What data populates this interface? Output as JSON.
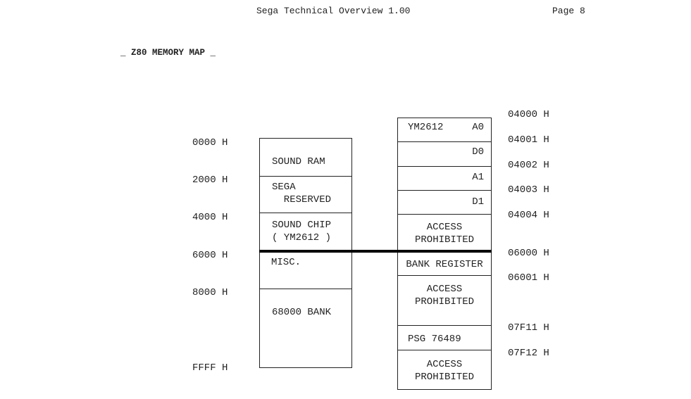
{
  "header": {
    "doc_title": "Sega Technical Overview 1.00",
    "page": "Page 8"
  },
  "section_title": "_ Z80 MEMORY MAP _",
  "left_map": {
    "addresses": [
      "0000 H",
      "2000 H",
      "4000 H",
      "6000 H",
      "8000 H",
      "FFFF H"
    ],
    "regions": [
      {
        "line1": "SOUND RAM",
        "line2": ""
      },
      {
        "line1": "SEGA",
        "line2": "  RESERVED"
      },
      {
        "line1": "SOUND CHIP",
        "line2": "( YM2612 )"
      },
      {
        "line1": "MISC.",
        "line2": ""
      },
      {
        "line1": "68000 BANK",
        "line2": ""
      }
    ]
  },
  "right_map": {
    "addresses": [
      "04000 H",
      "04001 H",
      "04002 H",
      "04003 H",
      "04004 H",
      "06000 H",
      "06001 H",
      "07F11 H",
      "07F12 H"
    ],
    "regions": [
      {
        "left": "YM2612",
        "right": "A0"
      },
      {
        "left": "",
        "right": "D0"
      },
      {
        "left": "",
        "right": "A1"
      },
      {
        "left": "",
        "right": "D1"
      },
      {
        "line1": "ACCESS",
        "line2": "PROHIBITED"
      },
      {
        "line1": "BANK REGISTER",
        "line2": ""
      },
      {
        "line1": "ACCESS",
        "line2": "PROHIBITED"
      },
      {
        "line1": "PSG 76489",
        "line2": ""
      },
      {
        "line1": "ACCESS",
        "line2": "PROHIBITED"
      }
    ]
  }
}
